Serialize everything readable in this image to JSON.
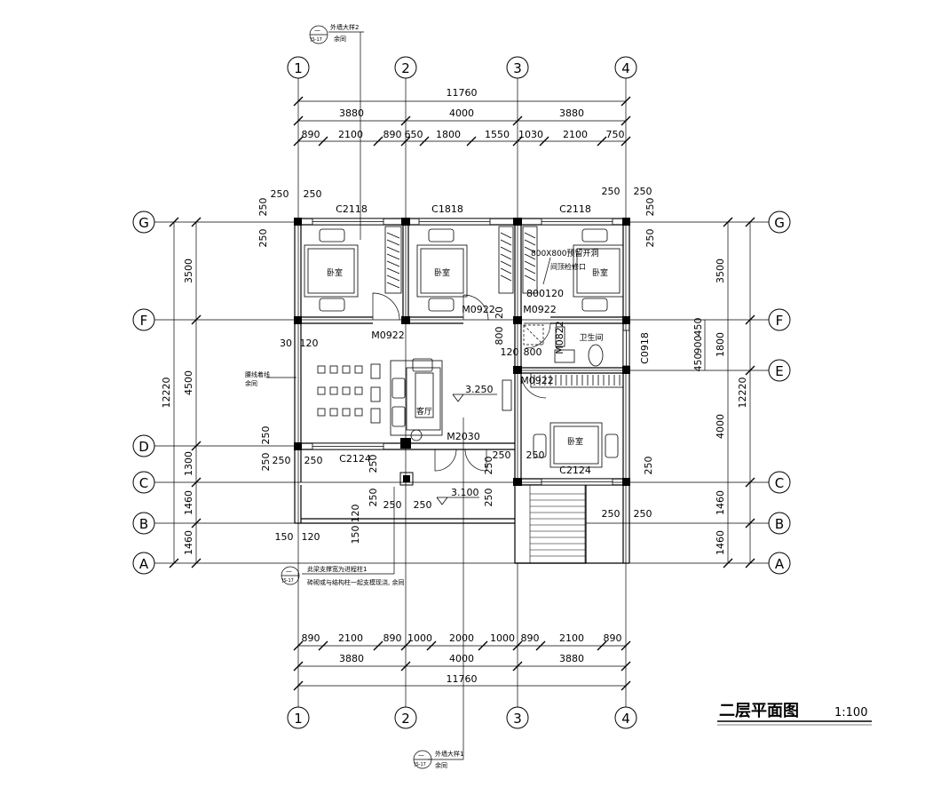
{
  "title": {
    "text": "二层平面图",
    "scale": "1:100"
  },
  "grid_v": [
    "1",
    "2",
    "3",
    "4"
  ],
  "grid_h": [
    "G",
    "F",
    "E",
    "D",
    "C",
    "B",
    "A"
  ],
  "dims_top": {
    "total": "11760",
    "seg": [
      "3880",
      "4000",
      "3880"
    ],
    "sub": [
      "890",
      "2100",
      "890",
      "650",
      "1800",
      "1550",
      "1030",
      "2100",
      "750"
    ]
  },
  "dims_bottom": {
    "total": "11760",
    "seg": [
      "3880",
      "4000",
      "3880"
    ],
    "sub": [
      "890",
      "2100",
      "890",
      "1000",
      "2000",
      "1000",
      "890",
      "2100",
      "890"
    ]
  },
  "dims_left": {
    "total": "12220",
    "seg": [
      "3500",
      "4500",
      "1300",
      "1460",
      "1460"
    ]
  },
  "dims_right": {
    "total": "12220",
    "seg": [
      "3500",
      "1800",
      "4000",
      "1460",
      "1460"
    ],
    "sub": [
      "450",
      "900",
      "450"
    ]
  },
  "rooms": {
    "bedroom": "卧室",
    "living": "客厅",
    "bath": "卫生间"
  },
  "windows": {
    "c2118": "C2118",
    "c1818": "C1818",
    "c2124": "C2124",
    "c0918": "C0918"
  },
  "doors": {
    "m0922": "M0922",
    "m2030": "M2030",
    "m0822": "M0822"
  },
  "elev": {
    "e1": "3.250",
    "e2": "3.100"
  },
  "small_dims": {
    "d250": "250",
    "d120": "120",
    "d30": "30",
    "d150": "150",
    "d800": "800",
    "d20": "20",
    "t800120": "800120",
    "d120b": "120"
  },
  "notes": {
    "wall_detail2": "外墙大样2",
    "wall_detail1": "外墙大样1",
    "same": "余同",
    "ref_top": "—",
    "ref_bot": "JS-17",
    "waist_line": "腰线着线",
    "hole_a": "800X800预留开洞",
    "hole_b": "间顶检修口",
    "note_l1": "此梁支撑宽为进程柱1",
    "note_l2": "砖砌或与结构柱一起支模现浇, 余同"
  }
}
